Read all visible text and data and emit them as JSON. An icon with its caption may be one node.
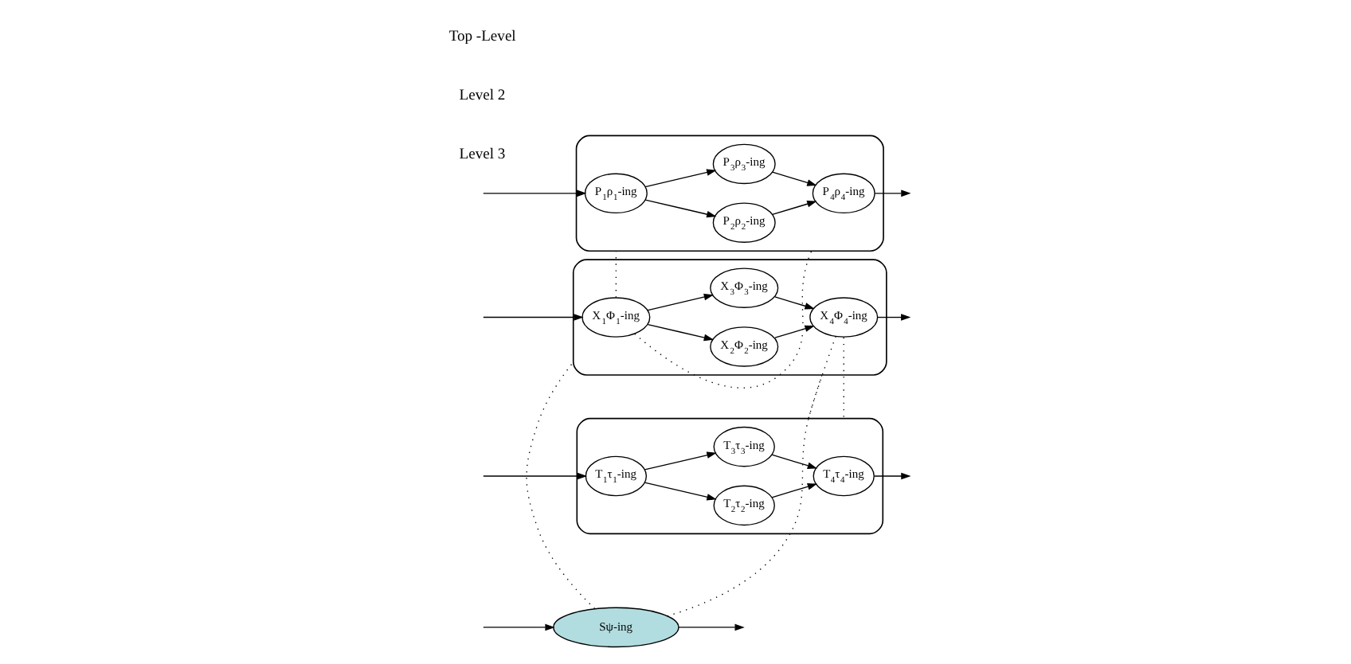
{
  "diagram": {
    "nodes": [
      {
        "text": [
          "Sψ-ing"
        ]
      },
      {
        "text": [],
        "shape": "ellipse"
      },
      {
        "text": [
          "X$_{1}$Φ$_{1}$-ing"
        ],
        "in": 1
      },
      {
        "text": [
          "X$_{2}$Φ$_{2}$-ing"
        ],
        "in": 1
      },
      {
        "text": [
          "X$_{3}$Φ$_{3}$-ing"
        ],
        "in": 1
      },
      {
        "text": [
          "X$_{4}$Φ$_{4}$-ing"
        ],
        "in": 1
      },
      {
        "text": [],
        "shape": "ellipse"
      },
      {
        "text": [
          "P$_{1}$ρ$_{1}$-ing"
        ],
        "in": 6
      },
      {
        "text": [
          "P$_{2}$ρ$_{2}$-ing"
        ],
        "in": 6
      },
      {
        "text": [
          "P$_{3}$ρ$_{3}$-ing"
        ],
        "in": 6
      },
      {
        "text": [
          "P$_{4}$ρ$_{4}$-ing"
        ],
        "in": 6
      },
      {
        "text": [],
        "shape": "ellipse"
      },
      {
        "text": [
          "T$_{1}$τ$_{1}$-ing"
        ],
        "in": 11
      },
      {
        "text": [
          "T$_{2}$τ$_{2}$-ing"
        ],
        "in": 11
      },
      {
        "text": [
          "T$_{3}$τ$_{3}$-ing"
        ],
        "in": 11
      },
      {
        "text": [
          "T$_{4}$τ$_{4}$-ing"
        ],
        "in": 11
      }
    ],
    "edges": [
      {
        "from": null,
        "to": 0,
        "arrow": "to"
      },
      {
        "from": 0,
        "to": null,
        "arrow": "to"
      },
      {
        "from": 0,
        "to": 1,
        "arrow": "none",
        "style": "dashed"
      },
      {
        "from": 0,
        "to": 1,
        "arrow": "none",
        "style": "dashed"
      },
      {
        "from": null,
        "to": 2,
        "arrow": "to"
      },
      {
        "from": 2,
        "to": 3,
        "arrow": "to"
      },
      {
        "from": 2,
        "to": 4,
        "arrow": "to"
      },
      {
        "from": 3,
        "to": 5,
        "arrow": "to"
      },
      {
        "from": 4,
        "to": 5,
        "arrow": "to"
      },
      {
        "from": 5,
        "to": null,
        "arrow": "to"
      },
      {
        "from": 2,
        "to": 6,
        "arrow": "none",
        "style": "dashed"
      },
      {
        "from": 2,
        "to": 6,
        "arrow": "none",
        "style": "dashed"
      },
      {
        "from": 5,
        "to": 11,
        "arrow": "none",
        "style": "dashed"
      },
      {
        "from": 5,
        "to": 11,
        "arrow": "none",
        "style": "dashed"
      },
      {
        "from": null,
        "to": 7,
        "arrow": "to"
      },
      {
        "from": 7,
        "to": 8,
        "arrow": "to"
      },
      {
        "from": 7,
        "to": 9,
        "arrow": "to"
      },
      {
        "from": 8,
        "to": 10,
        "arrow": "to"
      },
      {
        "from": 9,
        "to": 10,
        "arrow": "to"
      },
      {
        "from": 10,
        "to": null,
        "arrow": "to"
      },
      {
        "from": null,
        "to": 12,
        "arrow": "to"
      },
      {
        "from": 12,
        "to": 13,
        "arrow": "to"
      },
      {
        "from": 12,
        "to": 14,
        "arrow": "to"
      },
      {
        "from": 13,
        "to": 15,
        "arrow": "to"
      },
      {
        "from": 14,
        "to": 15,
        "arrow": "to"
      },
      {
        "from": 15,
        "to": null,
        "arrow": "to"
      }
    ],
    "labels": [
      "Top -Level",
      "Level 2",
      "Level 3"
    ]
  }
}
